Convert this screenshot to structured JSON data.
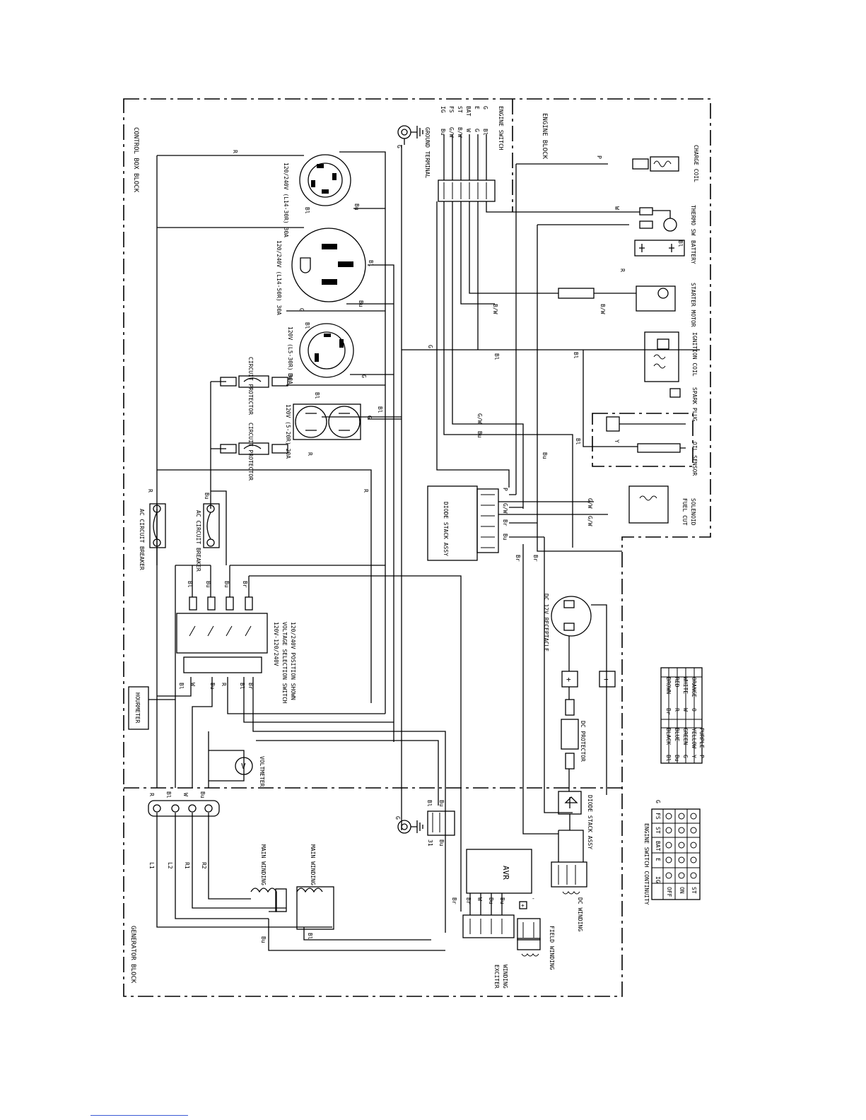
{
  "blocks": {
    "control_box": "CONTROL BOX BLOCK",
    "engine": "ENGINE BLOCK",
    "generator": "GENERATOR BLOCK"
  },
  "receptacles": {
    "l14_30r": "120/240V (L14-30R) 30A",
    "l14_50r": "120/240V (L14-50R) 30A",
    "l5_30r": "120V (L5-30R) 30A",
    "r5_20r": "120V (5-20R) 20A"
  },
  "components": {
    "circuit_protector_1": "CIRCUIT PROTECTOR",
    "circuit_protector_2": "CIRCUIT PROTECTOR",
    "ac_breaker_1": "AC CIRCUIT BREAKER",
    "ac_breaker_2": "AC CIRCUIT BREAKER",
    "voltage_switch_line1": "120V-120/240V",
    "voltage_switch_line2": "VOLTAGE SELECTION SWITCH",
    "voltage_switch_line3": "120/240V POSITION SHOWN",
    "hourmeter": "HOURMETER",
    "voltmeter": "VOLTMETER",
    "voltmeter_symbol": "V",
    "diode_stack_1": "DIODE STACK ASSY",
    "diode_stack_2": "DIODE STACK ASSY",
    "dc_receptacle": "DC 12V RECEPTACLE",
    "dc_protector": "DC PROTECTOR",
    "plus": "+",
    "minus": "−",
    "ground_terminal": "GROUND TERMINAL",
    "engine_switch": "ENGINE SWITCH",
    "charge_coil": "CHARGE COIL",
    "thermo_sw": "THERMO SW",
    "battery": "BATTERY",
    "starter_motor": "STARTER MOTOR",
    "ignition_coil": "IGNITION COIL",
    "spark_plug": "SPARK PLUG",
    "oil_sensor": "OIL SENSOR",
    "fuel_cut_1": "FUEL CUT",
    "fuel_cut_2": "SOLENOID",
    "main_winding_1": "MAIN WINDING",
    "main_winding_2": "MAIN WINDING",
    "avr": "AVR",
    "exciter_1": "EXCITER",
    "exciter_2": "WINDING",
    "field_winding": "FIELD WINDING",
    "dc_winding": "DC WINDING",
    "gnd": "G"
  },
  "terminal_labels": {
    "l1": "L1",
    "l2": "L2",
    "r1": "R1",
    "r2": "R2",
    "r": "R",
    "bl": "Bl",
    "w": "W",
    "bu": "Bu",
    "br": "Br",
    "g": "G",
    "p": "P",
    "y": "Y",
    "gw": "G/W",
    "bw": "B/W",
    "n31": "31",
    "pos": "+",
    "neg": "-"
  },
  "engine_switch_pins": [
    "IG",
    "FS",
    "ST",
    "BAT",
    "E",
    "G"
  ],
  "engine_switch_wires": [
    "Bu",
    "G/W",
    "B/W",
    "W",
    "G",
    "Bl"
  ],
  "color_legend": {
    "rows": [
      [
        "Bl",
        "BLACK",
        "Br",
        "BROWN"
      ],
      [
        "Bu",
        "BLUE",
        "R",
        "RED"
      ],
      [
        "G",
        "GREEN",
        "W",
        "WHITE"
      ],
      [
        "Y",
        "YELLOW",
        "O",
        "ORANGE"
      ],
      [
        "P",
        "PURPLE",
        "",
        ""
      ]
    ]
  },
  "continuity": {
    "title": "ENGINE SWITCH CONTINUITY",
    "header": [
      "IG",
      "E",
      "BAT",
      "ST",
      "FS",
      "G"
    ],
    "rows": [
      "OFF",
      "ON",
      "ST"
    ]
  }
}
